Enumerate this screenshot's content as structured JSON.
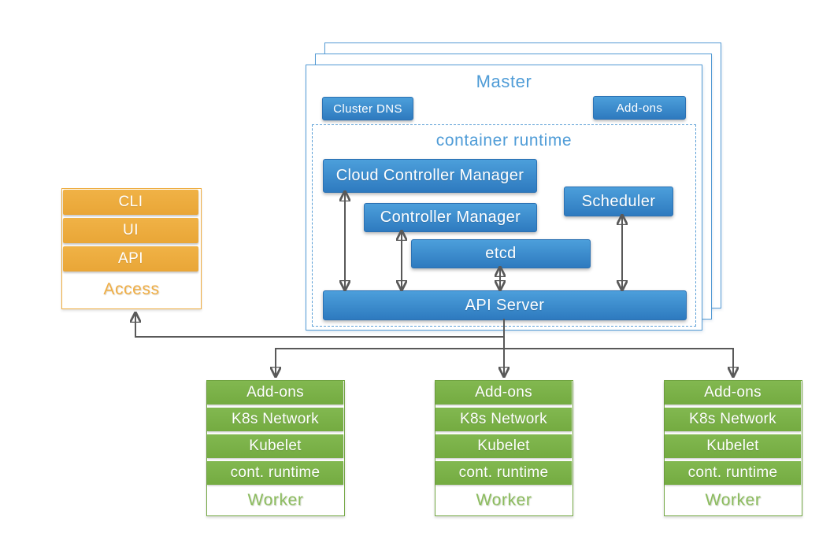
{
  "master": {
    "title": "Master",
    "cluster_dns": "Cluster DNS",
    "addons": "Add-ons",
    "container_runtime": "container runtime",
    "components": {
      "cloud_controller_manager": "Cloud Controller Manager",
      "controller_manager": "Controller Manager",
      "etcd": "etcd",
      "scheduler": "Scheduler",
      "api_server": "API Server"
    }
  },
  "access": {
    "items": [
      "CLI",
      "UI",
      "API"
    ],
    "label": "Access"
  },
  "worker": {
    "rows": [
      "Add-ons",
      "K8s Network",
      "Kubelet",
      "cont. runtime"
    ],
    "label": "Worker"
  },
  "colors": {
    "component_blue": "#3a8ccc",
    "structure_light_blue": "#55a0d8",
    "access_orange": "#eeac41",
    "worker_green": "#7cb34a",
    "connector_gray": "#595959"
  }
}
